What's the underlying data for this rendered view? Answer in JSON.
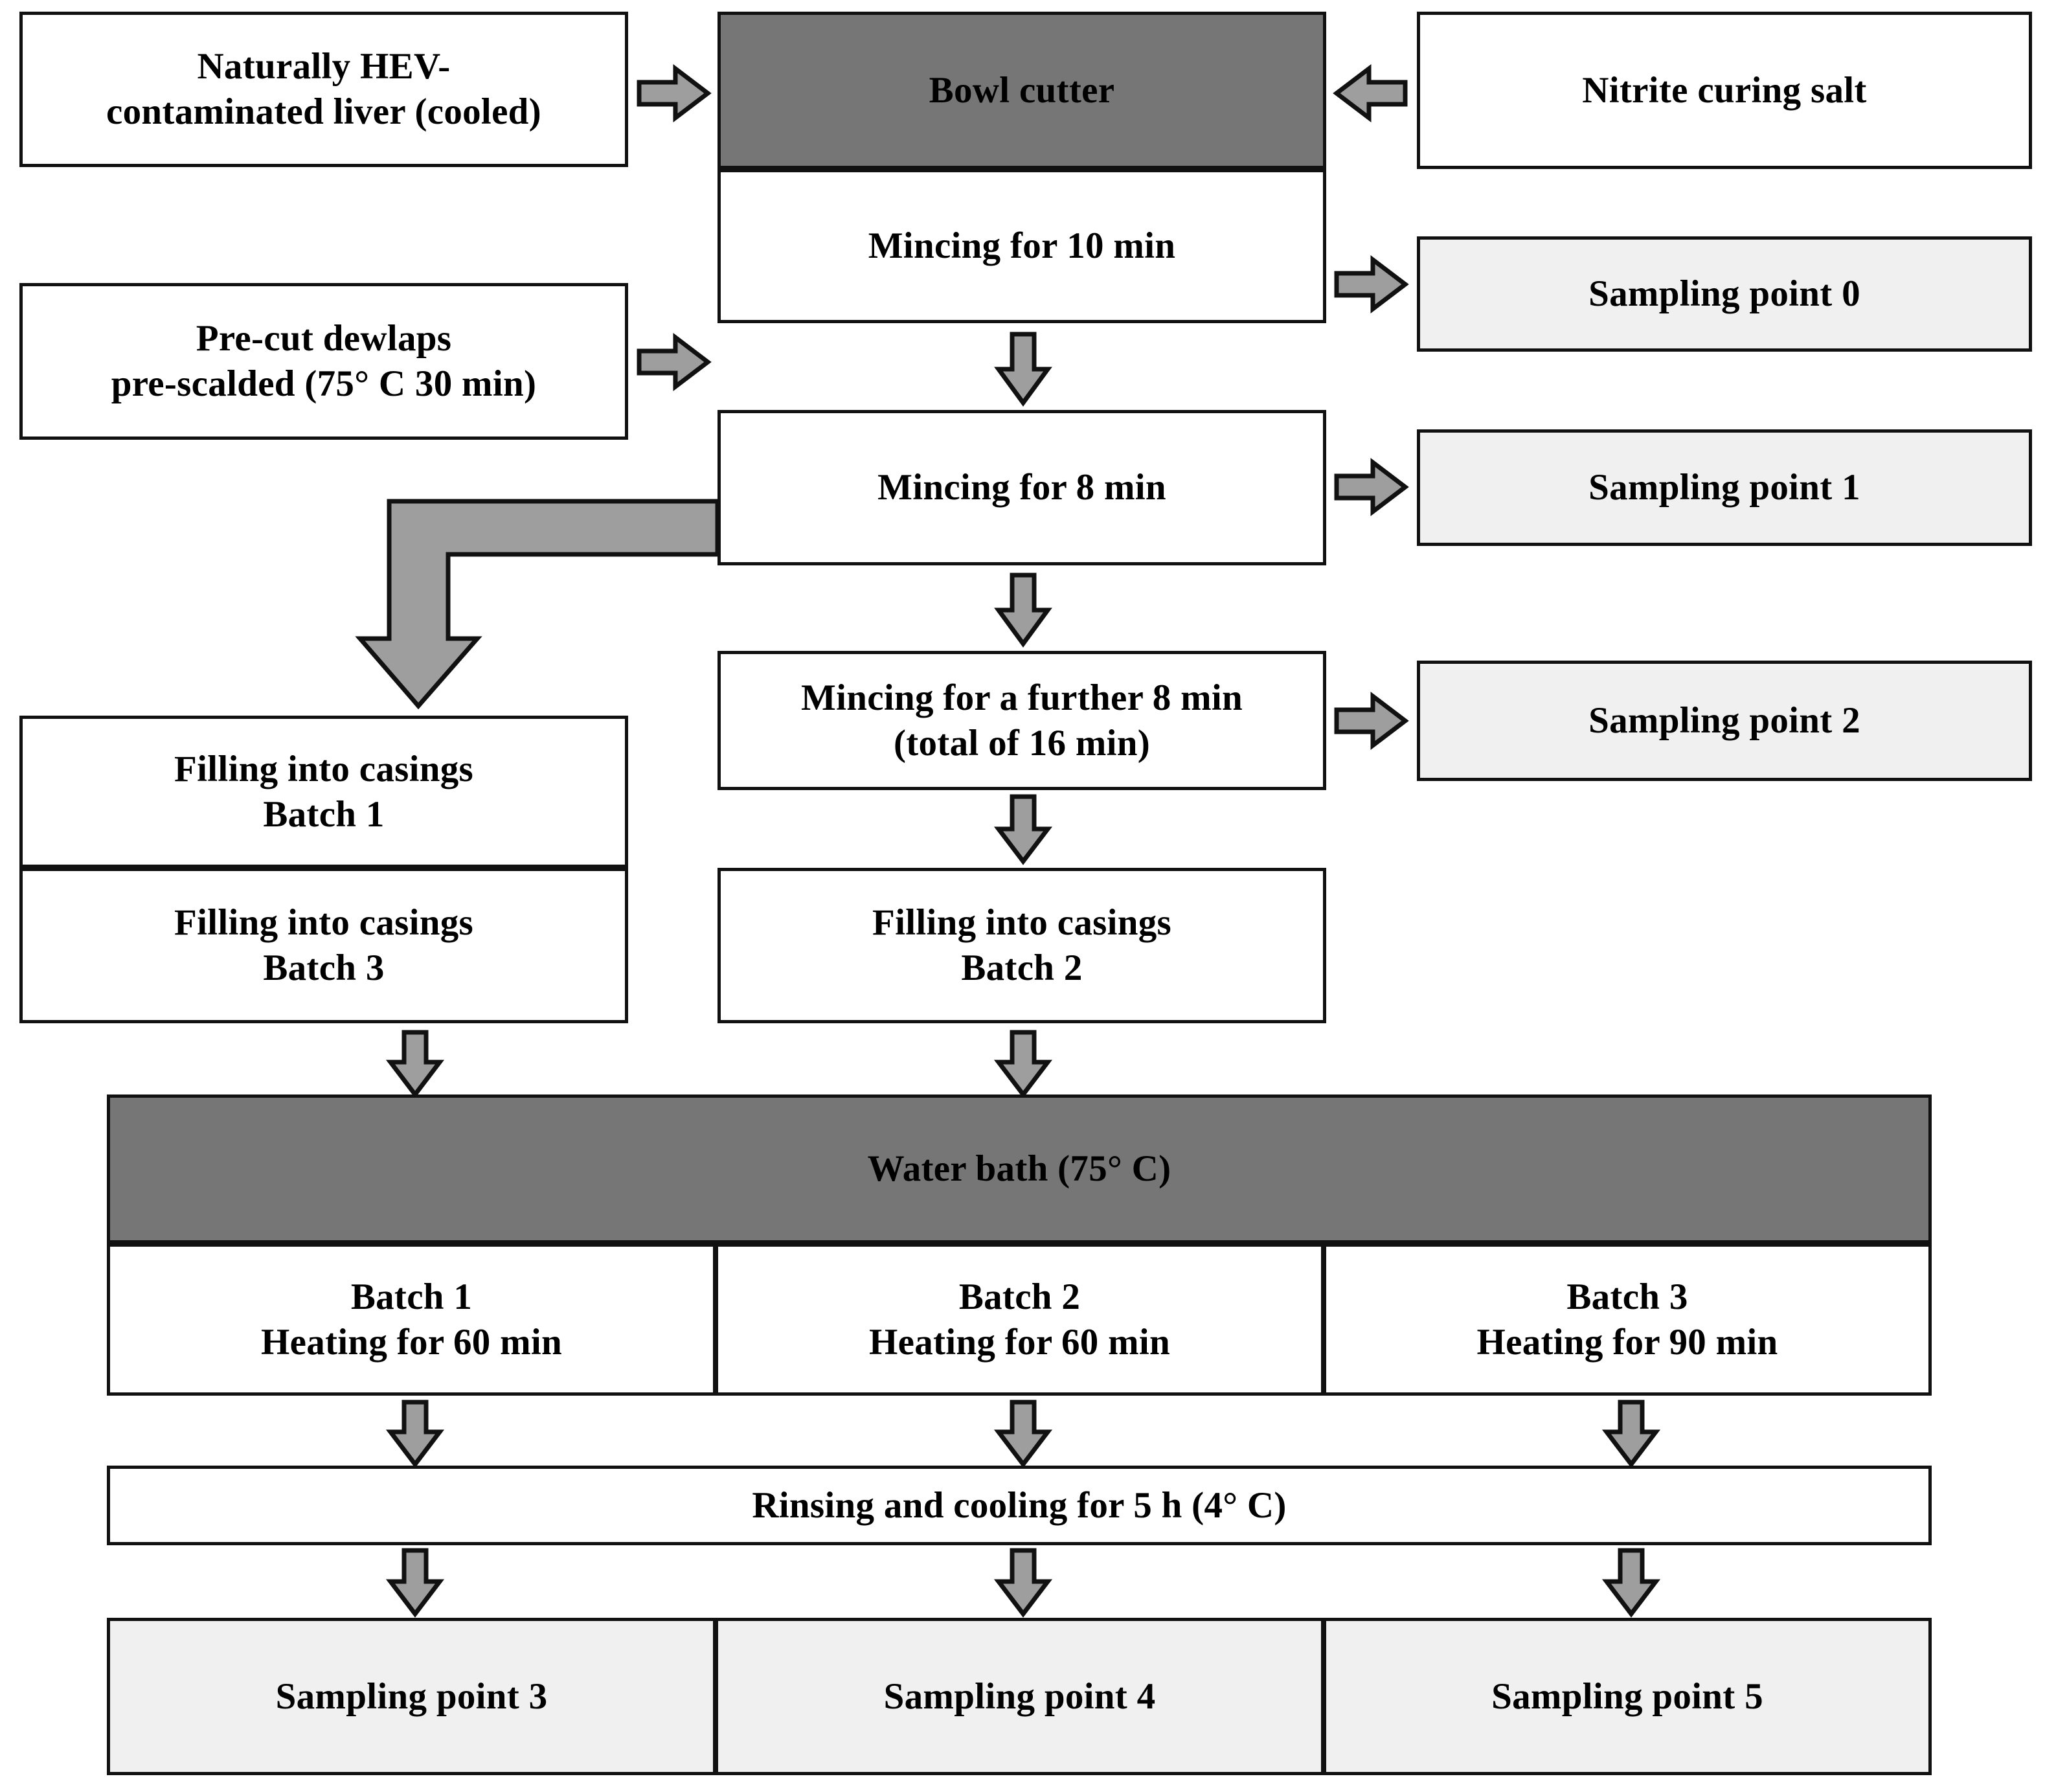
{
  "diagram": {
    "title": "HEV liver sausage production flow chart",
    "colors": {
      "dark_fill": "#767676",
      "light_fill": "#f0f0f0",
      "white_fill": "#ffffff",
      "arrow_fill": "#9e9e9e",
      "stroke": "#111111"
    },
    "nodes": {
      "liver": {
        "line1": "Naturally HEV-",
        "line2": "contaminated liver (cooled)"
      },
      "bowl_cutter": {
        "label": "Bowl cutter"
      },
      "nitrite_salt": {
        "label": "Nitrite curing salt"
      },
      "mincing_10": {
        "label": "Mincing  for 10 min"
      },
      "sampling_0": {
        "label": "Sampling  point 0"
      },
      "dewlaps": {
        "line1": "Pre-cut dewlaps",
        "line2": "pre-scalded (75° C 30 min)"
      },
      "mincing_8": {
        "label": "Mincing  for 8 min"
      },
      "sampling_1": {
        "label": "Sampling  point 1"
      },
      "mincing_further_8": {
        "line1": "Mincing for a further 8 min",
        "line2": "(total of 16 min)"
      },
      "sampling_2": {
        "label": "Sampling  point 2"
      },
      "filling_b1": {
        "line1": "Filling  into casings",
        "line2": "Batch 1"
      },
      "filling_b3": {
        "line1": "Filling  into casings",
        "line2": "Batch 3"
      },
      "filling_b2": {
        "line1": "Filling  into casings",
        "line2": "Batch 2"
      },
      "water_bath": {
        "label": "Water bath (75° C)"
      },
      "heat_b1": {
        "line1": "Batch 1",
        "line2": "Heating for 60 min"
      },
      "heat_b2": {
        "line1": "Batch 2",
        "line2": "Heating for 60 min"
      },
      "heat_b3": {
        "line1": "Batch 3",
        "line2": "Heating for 90 min"
      },
      "rinsing": {
        "label": "Rinsing and cooling  for 5 h (4° C)"
      },
      "sampling_3": {
        "label": "Sampling  point 3"
      },
      "sampling_4": {
        "label": "Sampling  point 4"
      },
      "sampling_5": {
        "label": "Sampling  point 5"
      }
    },
    "arrows": [
      {
        "name": "liver-to-bowlcutter",
        "direction": "right"
      },
      {
        "name": "nitritesalt-to-bowlcutter",
        "direction": "left"
      },
      {
        "name": "mincing10-to-sampling0",
        "direction": "right"
      },
      {
        "name": "mincing10-to-mincing8",
        "direction": "down"
      },
      {
        "name": "dewlaps-to-bowlcutter",
        "direction": "right"
      },
      {
        "name": "mincing8-to-sampling1",
        "direction": "right"
      },
      {
        "name": "mincing8-to-mincingfurther8",
        "direction": "down"
      },
      {
        "name": "mincing8-to-filling-batch1",
        "direction": "elbow-left-down"
      },
      {
        "name": "mincingfurther8-to-sampling2",
        "direction": "right"
      },
      {
        "name": "mincingfurther8-to-filling-batch2",
        "direction": "down"
      },
      {
        "name": "filling-b3-to-waterbath",
        "direction": "down"
      },
      {
        "name": "filling-b2-to-waterbath",
        "direction": "down"
      },
      {
        "name": "heat-b1-to-rinsing",
        "direction": "down"
      },
      {
        "name": "heat-b2-to-rinsing",
        "direction": "down"
      },
      {
        "name": "heat-b3-to-rinsing",
        "direction": "down"
      },
      {
        "name": "rinsing-to-sampling3",
        "direction": "down"
      },
      {
        "name": "rinsing-to-sampling4",
        "direction": "down"
      },
      {
        "name": "rinsing-to-sampling5",
        "direction": "down"
      }
    ]
  }
}
